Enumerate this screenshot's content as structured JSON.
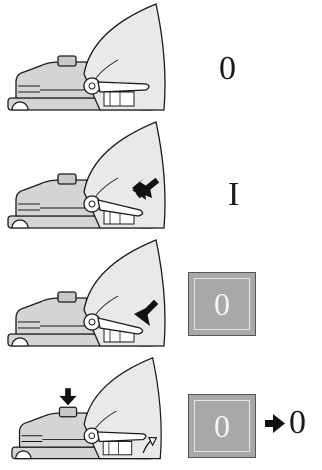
{
  "steps": [
    {
      "state_text": "0"
    },
    {
      "state_text": "I"
    },
    {
      "state_badge": "0"
    },
    {
      "state_badge": "0",
      "result_text": "0"
    }
  ],
  "colors": {
    "device_fill": "#d4d4d4",
    "hood_fill": "#e9e9e9",
    "outline": "#1a1a1a",
    "badge_fill": "#a8a8a8",
    "arrow": "#111111"
  },
  "icons": [
    "press-down-arrow-icon",
    "right-arrow-icon",
    "lever-arrow-icon"
  ]
}
